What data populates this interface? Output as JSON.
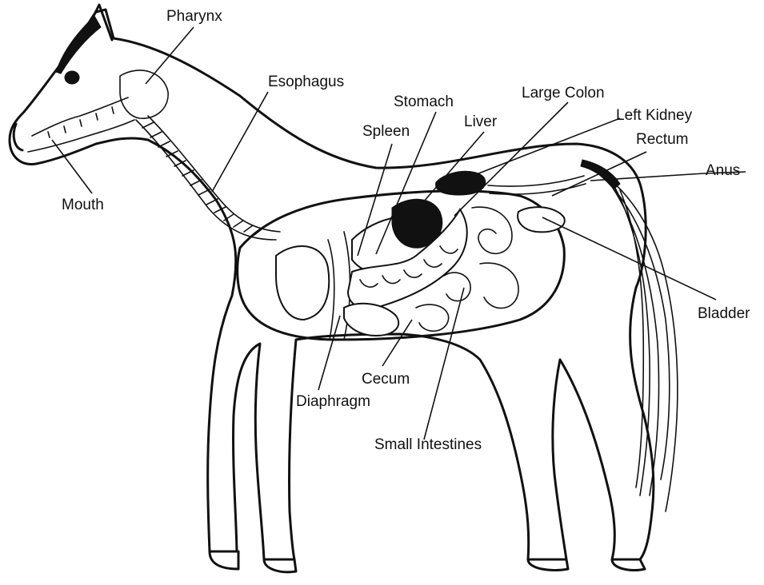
{
  "diagram": {
    "labels": {
      "pharynx": "Pharynx",
      "esophagus": "Esophagus",
      "stomach": "Stomach",
      "large_colon": "Large Colon",
      "left_kidney": "Left Kidney",
      "spleen": "Spleen",
      "liver": "Liver",
      "rectum": "Rectum",
      "anus": "Anus",
      "mouth": "Mouth",
      "bladder": "Bladder",
      "cecum": "Cecum",
      "diaphragm": "Diaphragm",
      "small_intestines": "Small Intestines"
    },
    "colors": {
      "line": "#111111",
      "background": "#ffffff"
    }
  }
}
